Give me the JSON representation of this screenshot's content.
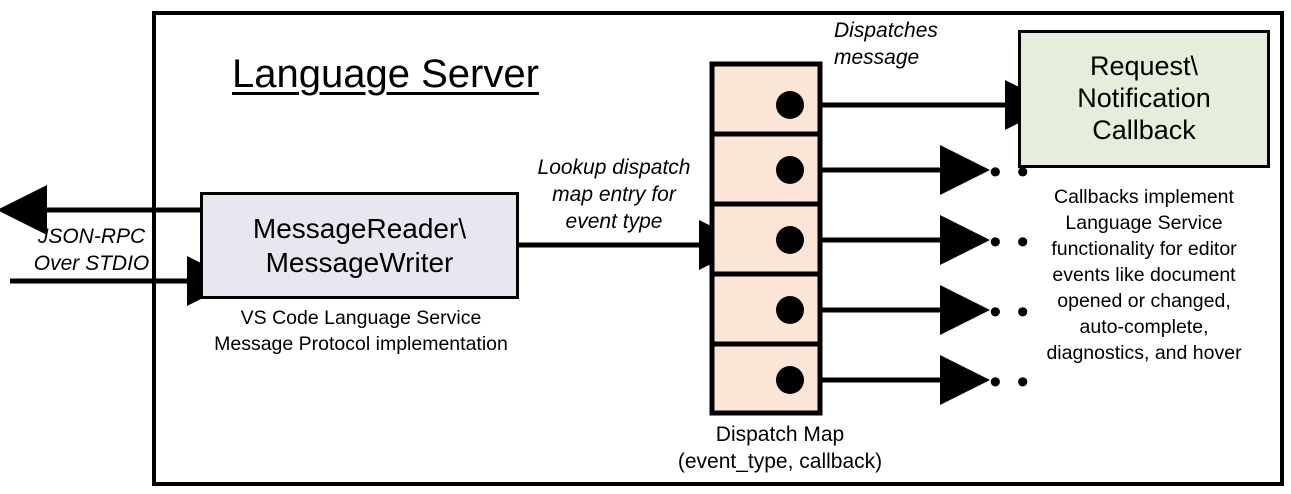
{
  "diagram": {
    "title": "Language Server",
    "frame_label": "Language Server"
  },
  "nodes": {
    "message_io": {
      "label": "MessageReader\\\nMessageWriter",
      "caption": "VS Code Language Service\nMessage Protocol implementation",
      "fill": "#EAE6F0"
    },
    "dispatch_map": {
      "caption": "Dispatch Map\n(event_type, callback)",
      "fill": "#FBE5D6",
      "rows": 5
    },
    "callback": {
      "label": "Request\\\nNotification\nCallback",
      "caption": "Callbacks implement\nLanguage Service\nfunctionality for editor\nevents like document\nopened or changed,\nauto-complete,\ndiagnostics, and hover",
      "fill": "#E7EDDB"
    }
  },
  "edges": {
    "external_io": "JSON-RPC\nOver STDIO",
    "lookup": "Lookup dispatch\nmap entry for\nevent type",
    "dispatches": "Dispatches\nmessage",
    "ellipsis": "• • •"
  },
  "colors": {
    "stroke": "#000000",
    "background": "#ffffff"
  }
}
